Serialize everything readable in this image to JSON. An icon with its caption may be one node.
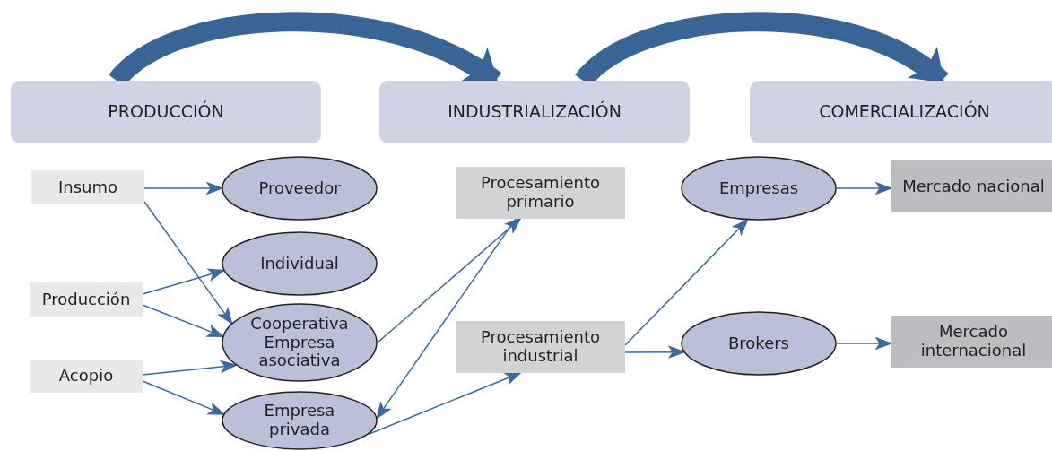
{
  "diagram": {
    "nodes": [
      {
        "text": [
          "PRODUCCIÓN"
        ]
      },
      {
        "text": [
          "INDUSTRIALIZACIÓN"
        ]
      },
      {
        "text": [
          "COMERCIALIZACIÓN"
        ]
      },
      {
        "text": [
          "Insumo"
        ]
      },
      {
        "text": [
          "Producción"
        ]
      },
      {
        "text": [
          "Acopio"
        ]
      },
      {
        "text": [
          "Proveedor"
        ]
      },
      {
        "text": [
          "Individual"
        ]
      },
      {
        "text": [
          "Cooperativa Empresa asociativa"
        ]
      },
      {
        "text": [
          "Empresa privada"
        ]
      },
      {
        "text": [
          "Procesamiento primario"
        ]
      },
      {
        "text": [
          "Procesamiento industrial"
        ]
      },
      {
        "text": [
          "Empresas"
        ]
      },
      {
        "text": [
          "Brokers"
        ]
      },
      {
        "text": [
          "Mercado nacional"
        ]
      },
      {
        "text": [
          "Mercado internacional"
        ]
      }
    ],
    "edges": [
      {
        "from": 0,
        "to": 1,
        "arrow": "to",
        "style": "thick"
      },
      {
        "from": 1,
        "to": 2,
        "arrow": "to",
        "style": "thick"
      },
      {
        "from": 3,
        "to": 6,
        "arrow": "to"
      },
      {
        "from": 3,
        "to": 8,
        "arrow": "to"
      },
      {
        "from": 4,
        "to": 7,
        "arrow": "to"
      },
      {
        "from": 4,
        "to": 8,
        "arrow": "to"
      },
      {
        "from": 5,
        "to": 8,
        "arrow": "to"
      },
      {
        "from": 5,
        "to": 9,
        "arrow": "to"
      },
      {
        "from": 8,
        "to": 10,
        "arrow": "to"
      },
      {
        "from": 10,
        "to": 9,
        "arrow": "to"
      },
      {
        "from": 9,
        "to": 11,
        "arrow": "to"
      },
      {
        "from": 11,
        "to": 12,
        "arrow": "to"
      },
      {
        "from": 11,
        "to": 13,
        "arrow": "to"
      },
      {
        "from": 12,
        "to": 14,
        "arrow": "to"
      },
      {
        "from": 13,
        "to": 15,
        "arrow": "to"
      }
    ]
  }
}
